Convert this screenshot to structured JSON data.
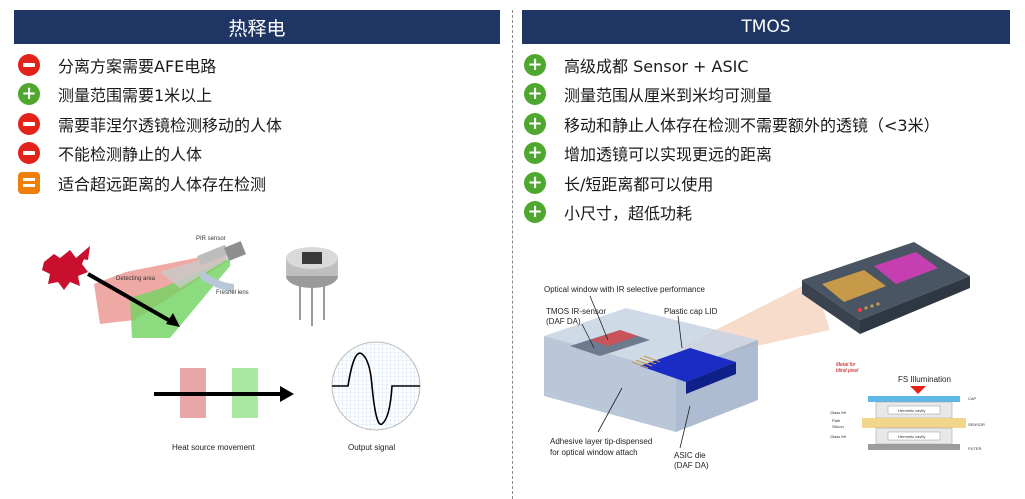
{
  "left": {
    "header": "热释电",
    "items": [
      {
        "icon": "minus",
        "text": "分离方案需要AFE电路"
      },
      {
        "icon": "plus",
        "text": "测量范围需要1米以上"
      },
      {
        "icon": "minus",
        "text": "需要菲涅尔透镜检测移动的人体"
      },
      {
        "icon": "minus",
        "text": "不能检测静止的人体"
      },
      {
        "icon": "equal",
        "text": "适合超远距离的人体存在检测"
      }
    ],
    "figure": {
      "pir_sensor": "PIR sensor",
      "detecting_area": "Detecting area",
      "fresnel_lens": "Fresnel lens",
      "heat_source": "Heat source movement",
      "output_signal": "Output signal"
    }
  },
  "right": {
    "header": "TMOS",
    "items": [
      {
        "icon": "plus",
        "text": "高级成都 Sensor + ASIC"
      },
      {
        "icon": "plus",
        "text": "测量范围从厘米到米均可测量"
      },
      {
        "icon": "plus",
        "text": "移动和静止人体存在检测不需要额外的透镜（<3米）"
      },
      {
        "icon": "plus",
        "text": "增加透镜可以实现更远的距离"
      },
      {
        "icon": "plus",
        "text": "长/短距离都可以使用"
      },
      {
        "icon": "plus",
        "text": "小尺寸，超低功耗"
      }
    ],
    "figure": {
      "optical_window": "Optical window with IR selective performance",
      "tmos_sensor_1": "TMOS IR-sensor",
      "tmos_sensor_2": "(DAF DA)",
      "plastic_cap": "Plastic cap LID",
      "adhesive_1": "Adhesive layer tip-dispensed",
      "adhesive_2": "for optical window attach",
      "asic_1": "ASIC die",
      "asic_2": "(DAF DA)",
      "fs_illumination": "FS Illumination",
      "metal_note_1": "Metal for",
      "metal_note_2": "blind pixel",
      "cap": "CAP",
      "sensor": "SENSOR",
      "filter": "FILTER",
      "hermetic_1": "Hermetic cavity",
      "hermetic_2": "Hermetic cavity",
      "glassfrit_1": "Glass frit",
      "glassfrit_2": "Glass frit",
      "path": "Path",
      "silicon": "Silicon"
    }
  },
  "colors": {
    "header_bg": "#1f3664",
    "minus": "#e32219",
    "plus": "#4ea72e",
    "equal": "#f07f09"
  }
}
